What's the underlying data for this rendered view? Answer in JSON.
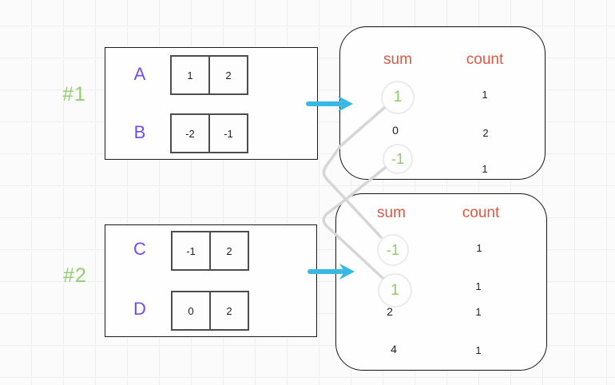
{
  "palette": {
    "array_label_purple": "#6f4fe3",
    "group_label_green": "#90ce71",
    "highlight_green": "#8cc96a",
    "header_orange": "#e05843",
    "arrow_cyan": "#38b9e3",
    "connector_gray": "#d6d6d6",
    "text_black": "#1e1e1e"
  },
  "groups": [
    {
      "label": "#1",
      "arrays": [
        {
          "name": "A",
          "cells": [
            "1",
            "2"
          ]
        },
        {
          "name": "B",
          "cells": [
            "-2",
            "-1"
          ]
        }
      ],
      "result": {
        "headers": {
          "sum": "sum",
          "count": "count"
        },
        "rows": [
          {
            "sum": "1",
            "count": "1",
            "highlighted": true
          },
          {
            "sum": "0",
            "count": "2",
            "highlighted": false
          },
          {
            "sum": "-1",
            "count": "1",
            "highlighted": true
          }
        ]
      }
    },
    {
      "label": "#2",
      "arrays": [
        {
          "name": "C",
          "cells": [
            "-1",
            "2"
          ]
        },
        {
          "name": "D",
          "cells": [
            "0",
            "2"
          ]
        }
      ],
      "result": {
        "headers": {
          "sum": "sum",
          "count": "count"
        },
        "rows": [
          {
            "sum": "-1",
            "count": "1",
            "highlighted": true
          },
          {
            "sum": "1",
            "count": "1",
            "highlighted": true
          },
          {
            "sum": "2",
            "count": "1",
            "highlighted": false
          },
          {
            "sum": "4",
            "count": "1",
            "highlighted": false
          }
        ]
      }
    }
  ]
}
